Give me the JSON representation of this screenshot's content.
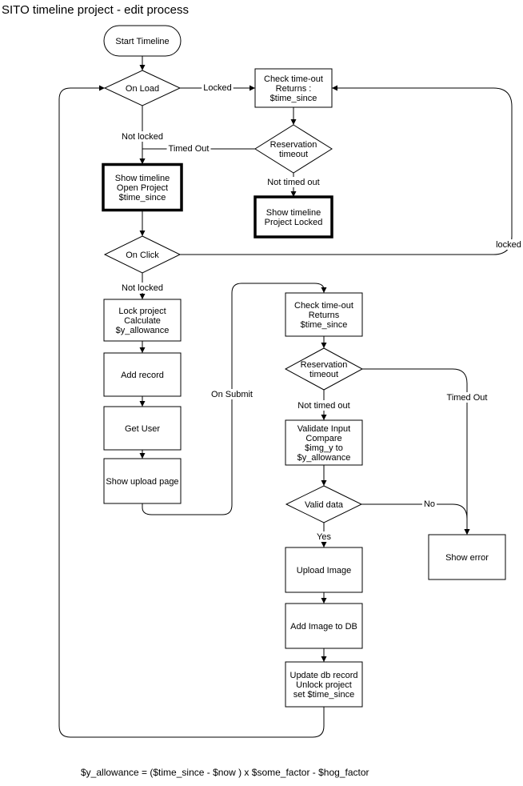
{
  "title": "SITO timeline project - edit process",
  "formula": "$y_allowance = ($time_since - $now ) x $some_factor - $hog_factor",
  "nodes": {
    "start": {
      "shape": "terminal",
      "lines": [
        "Start Timeline"
      ]
    },
    "onload": {
      "shape": "decision",
      "lines": [
        "On Load"
      ]
    },
    "check1": {
      "shape": "process",
      "lines": [
        "Check time-out",
        "Returns :",
        "$time_since"
      ]
    },
    "resv1": {
      "shape": "decision",
      "lines": [
        "Reservation",
        "timeout"
      ]
    },
    "showopen": {
      "shape": "process-bold",
      "lines": [
        "Show timeline",
        "Open Project",
        "$time_since"
      ]
    },
    "showlocked": {
      "shape": "process-bold",
      "lines": [
        "Show timeline",
        "Project Locked"
      ]
    },
    "onclick": {
      "shape": "decision",
      "lines": [
        "On Click"
      ]
    },
    "lock": {
      "shape": "process",
      "lines": [
        "Lock project",
        "Calculate",
        "$y_allowance"
      ]
    },
    "addrec": {
      "shape": "process",
      "lines": [
        "Add record"
      ]
    },
    "getuser": {
      "shape": "process",
      "lines": [
        "Get User"
      ]
    },
    "upload": {
      "shape": "process",
      "lines": [
        "Show upload page"
      ]
    },
    "check2": {
      "shape": "process",
      "lines": [
        "Check time-out",
        "Returns",
        "$time_since"
      ]
    },
    "resv2": {
      "shape": "decision",
      "lines": [
        "Reservation",
        "timeout"
      ]
    },
    "validate": {
      "shape": "process",
      "lines": [
        "Validate Input",
        "Compare",
        "$img_y to",
        "$y_allowance"
      ]
    },
    "valid": {
      "shape": "decision",
      "lines": [
        "Valid data"
      ]
    },
    "showerr": {
      "shape": "process",
      "lines": [
        "Show error"
      ]
    },
    "upimg": {
      "shape": "process",
      "lines": [
        "Upload Image"
      ]
    },
    "addimg": {
      "shape": "process",
      "lines": [
        "Add Image to DB"
      ]
    },
    "update": {
      "shape": "process",
      "lines": [
        "Update db record",
        "Unlock project",
        "set $time_since"
      ]
    }
  },
  "edges": [
    {
      "id": "start-onload",
      "label": ""
    },
    {
      "id": "onload-check1",
      "label": "Locked"
    },
    {
      "id": "onload-showopen",
      "label": "Not locked"
    },
    {
      "id": "check1-resv1",
      "label": ""
    },
    {
      "id": "resv1-showopen",
      "label": "Timed Out"
    },
    {
      "id": "resv1-showlocked",
      "label": "Not timed out"
    },
    {
      "id": "showopen-onclick",
      "label": ""
    },
    {
      "id": "onclick-check1",
      "label": "locked"
    },
    {
      "id": "onclick-lock",
      "label": "Not locked"
    },
    {
      "id": "lock-addrec",
      "label": ""
    },
    {
      "id": "addrec-getuser",
      "label": ""
    },
    {
      "id": "getuser-upload",
      "label": ""
    },
    {
      "id": "upload-check2",
      "label": "On Submit"
    },
    {
      "id": "check2-resv2",
      "label": ""
    },
    {
      "id": "resv2-showerr",
      "label": "Timed Out"
    },
    {
      "id": "resv2-validate",
      "label": "Not timed out"
    },
    {
      "id": "validate-valid",
      "label": ""
    },
    {
      "id": "valid-showerr",
      "label": "No"
    },
    {
      "id": "valid-upimg",
      "label": "Yes"
    },
    {
      "id": "upimg-addimg",
      "label": ""
    },
    {
      "id": "addimg-update",
      "label": ""
    },
    {
      "id": "update-onload",
      "label": ""
    }
  ]
}
